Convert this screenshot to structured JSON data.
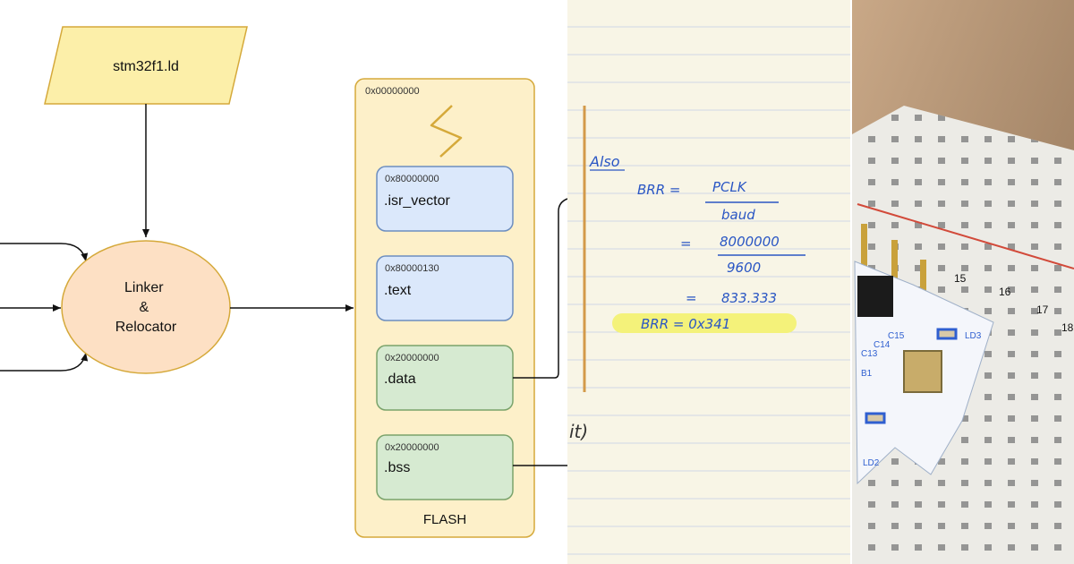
{
  "colors": {
    "ld_fill": "#fcefa9",
    "ld_stroke": "#d5a93a",
    "linker_fill": "#fde0c4",
    "flash_fill": "#fdf0c9",
    "blue_block": "#dbe8fb",
    "blue_stroke": "#6d8ebf",
    "green_block": "#d6ead1",
    "green_stroke": "#7aa36b",
    "paper": "#f8f5e6",
    "pen_blue": "#2a56c4",
    "highlight": "#f4f27a",
    "margin_line": "#d39a4a"
  },
  "diagram": {
    "ld_file": "stm32f1.ld",
    "linker": [
      "Linker",
      "&",
      "Relocator"
    ],
    "flash_label": "FLASH",
    "flash_start": "0x00000000",
    "sections": [
      {
        "address": "0x80000000",
        "name": ".isr_vector",
        "color": "blue"
      },
      {
        "address": "0x80000130",
        "name": ".text",
        "color": "blue"
      },
      {
        "address": "0x20000000",
        "name": ".data",
        "color": "green"
      },
      {
        "address": "0x20000000",
        "name": ".bss",
        "color": "green"
      }
    ]
  },
  "notes": {
    "heading": "Also",
    "line1_left": "BRR =",
    "line1_num": "PCLK",
    "line1_den": "baud",
    "line2_eq": "=",
    "line2_num": "8000000",
    "line2_den": "9600",
    "line3_eq": "=",
    "line3_val": "833.333",
    "result": "BRR  =  0x341",
    "fragment": "it)"
  },
  "board": {
    "columns": [
      "15",
      "16",
      "17",
      "18"
    ],
    "labels": [
      "LD3",
      "C13",
      "C14",
      "C15",
      "B1",
      "LD2"
    ]
  }
}
